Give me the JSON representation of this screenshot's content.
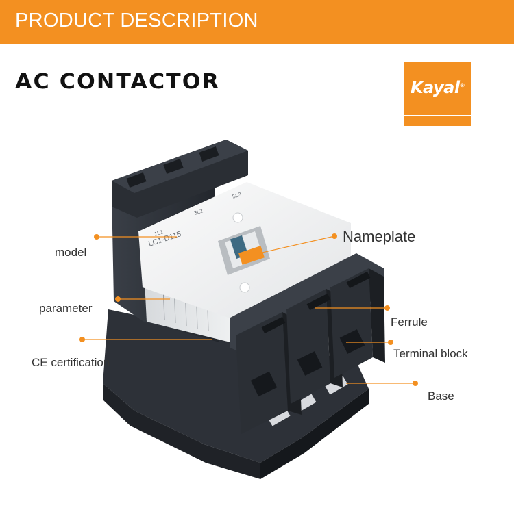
{
  "header": {
    "title": "PRODUCT DESCRIPTION"
  },
  "product": {
    "title": "AC CONTACTOR"
  },
  "logo": {
    "brand": "Kayal"
  },
  "device": {
    "model_text": "LC1-D115",
    "terminal_marks": [
      "1L1",
      "3L2",
      "5L3"
    ]
  },
  "callouts": {
    "model": "model",
    "parameter": "parameter",
    "ce_certification": "CE certification",
    "nameplate": "Nameplate",
    "ferrule": "Ferrule",
    "terminal_block": "Terminal block",
    "base": "Base"
  },
  "colors": {
    "accent": "#f39021",
    "callout_dot": "#f39021",
    "body_dark": "#2b3038",
    "face_light": "#f2f3f4"
  }
}
